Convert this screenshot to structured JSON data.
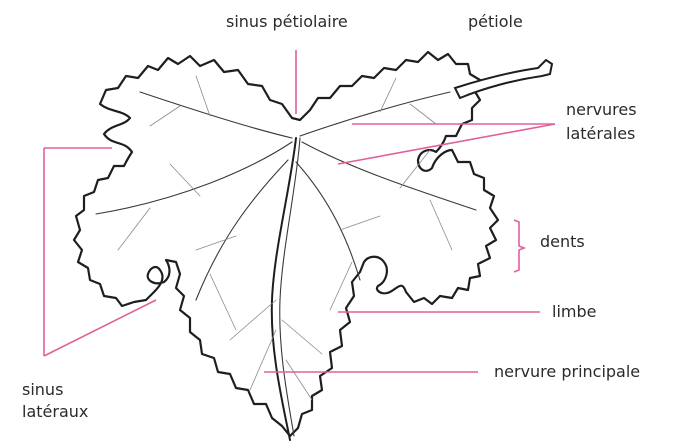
{
  "colors": {
    "leader": "#e0609a",
    "leaf_stroke": "#1e1e1e",
    "text": "#2b2b2b",
    "background": "#ffffff"
  },
  "labels": {
    "sinus_petiolaire": "sinus pétiolaire",
    "petiole": "pétiole",
    "nervures_laterales_1": "nervures",
    "nervures_laterales_2": "latérales",
    "dents": "dents",
    "limbe": "limbe",
    "nervure_principale": "nervure principale",
    "sinus_lateraux_1": "sinus",
    "sinus_lateraux_2": "latéraux"
  }
}
